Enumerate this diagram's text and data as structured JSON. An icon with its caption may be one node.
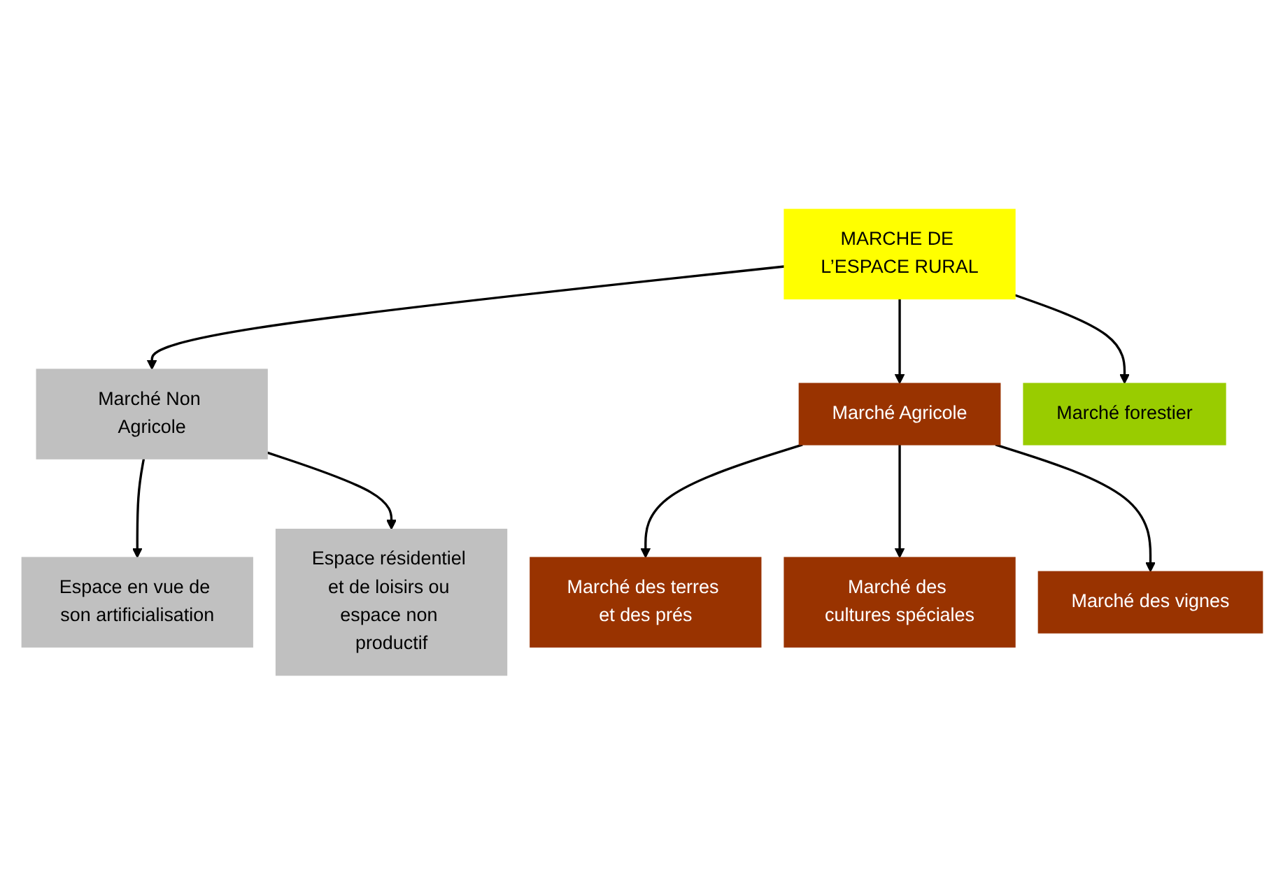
{
  "diagram": {
    "nodes": [
      {
        "text": [
          "MARCHE DE L’ESPACE RURAL"
        ]
      },
      {
        "text": [
          "Marché Non Agricole"
        ]
      },
      {
        "text": [
          "Marché Agricole"
        ]
      },
      {
        "text": [
          "Espace en vue de son artificialisation"
        ]
      },
      {
        "text": [
          "Espace résidentiel et de loisirs ou espace non productif"
        ]
      },
      {
        "text": [
          "Marché forestier"
        ]
      },
      {
        "text": [
          "Marché des terres et des prés"
        ]
      },
      {
        "text": [
          "Marché des cultures spéciales"
        ]
      },
      {
        "text": [
          "Marché des vignes"
        ]
      }
    ],
    "edges": [
      {
        "from": 0,
        "to": 1,
        "arrow": "to"
      },
      {
        "from": 0,
        "to": 5,
        "arrow": "to"
      },
      {
        "from": 0,
        "to": 2,
        "arrow": "to"
      },
      {
        "from": 1,
        "to": 3,
        "arrow": "to"
      },
      {
        "from": 1,
        "to": 4,
        "arrow": "to"
      },
      {
        "from": 2,
        "to": 6,
        "arrow": "to"
      },
      {
        "from": 2,
        "to": 7,
        "arrow": "to"
      },
      {
        "from": 2,
        "to": 8,
        "arrow": "to"
      }
    ]
  }
}
